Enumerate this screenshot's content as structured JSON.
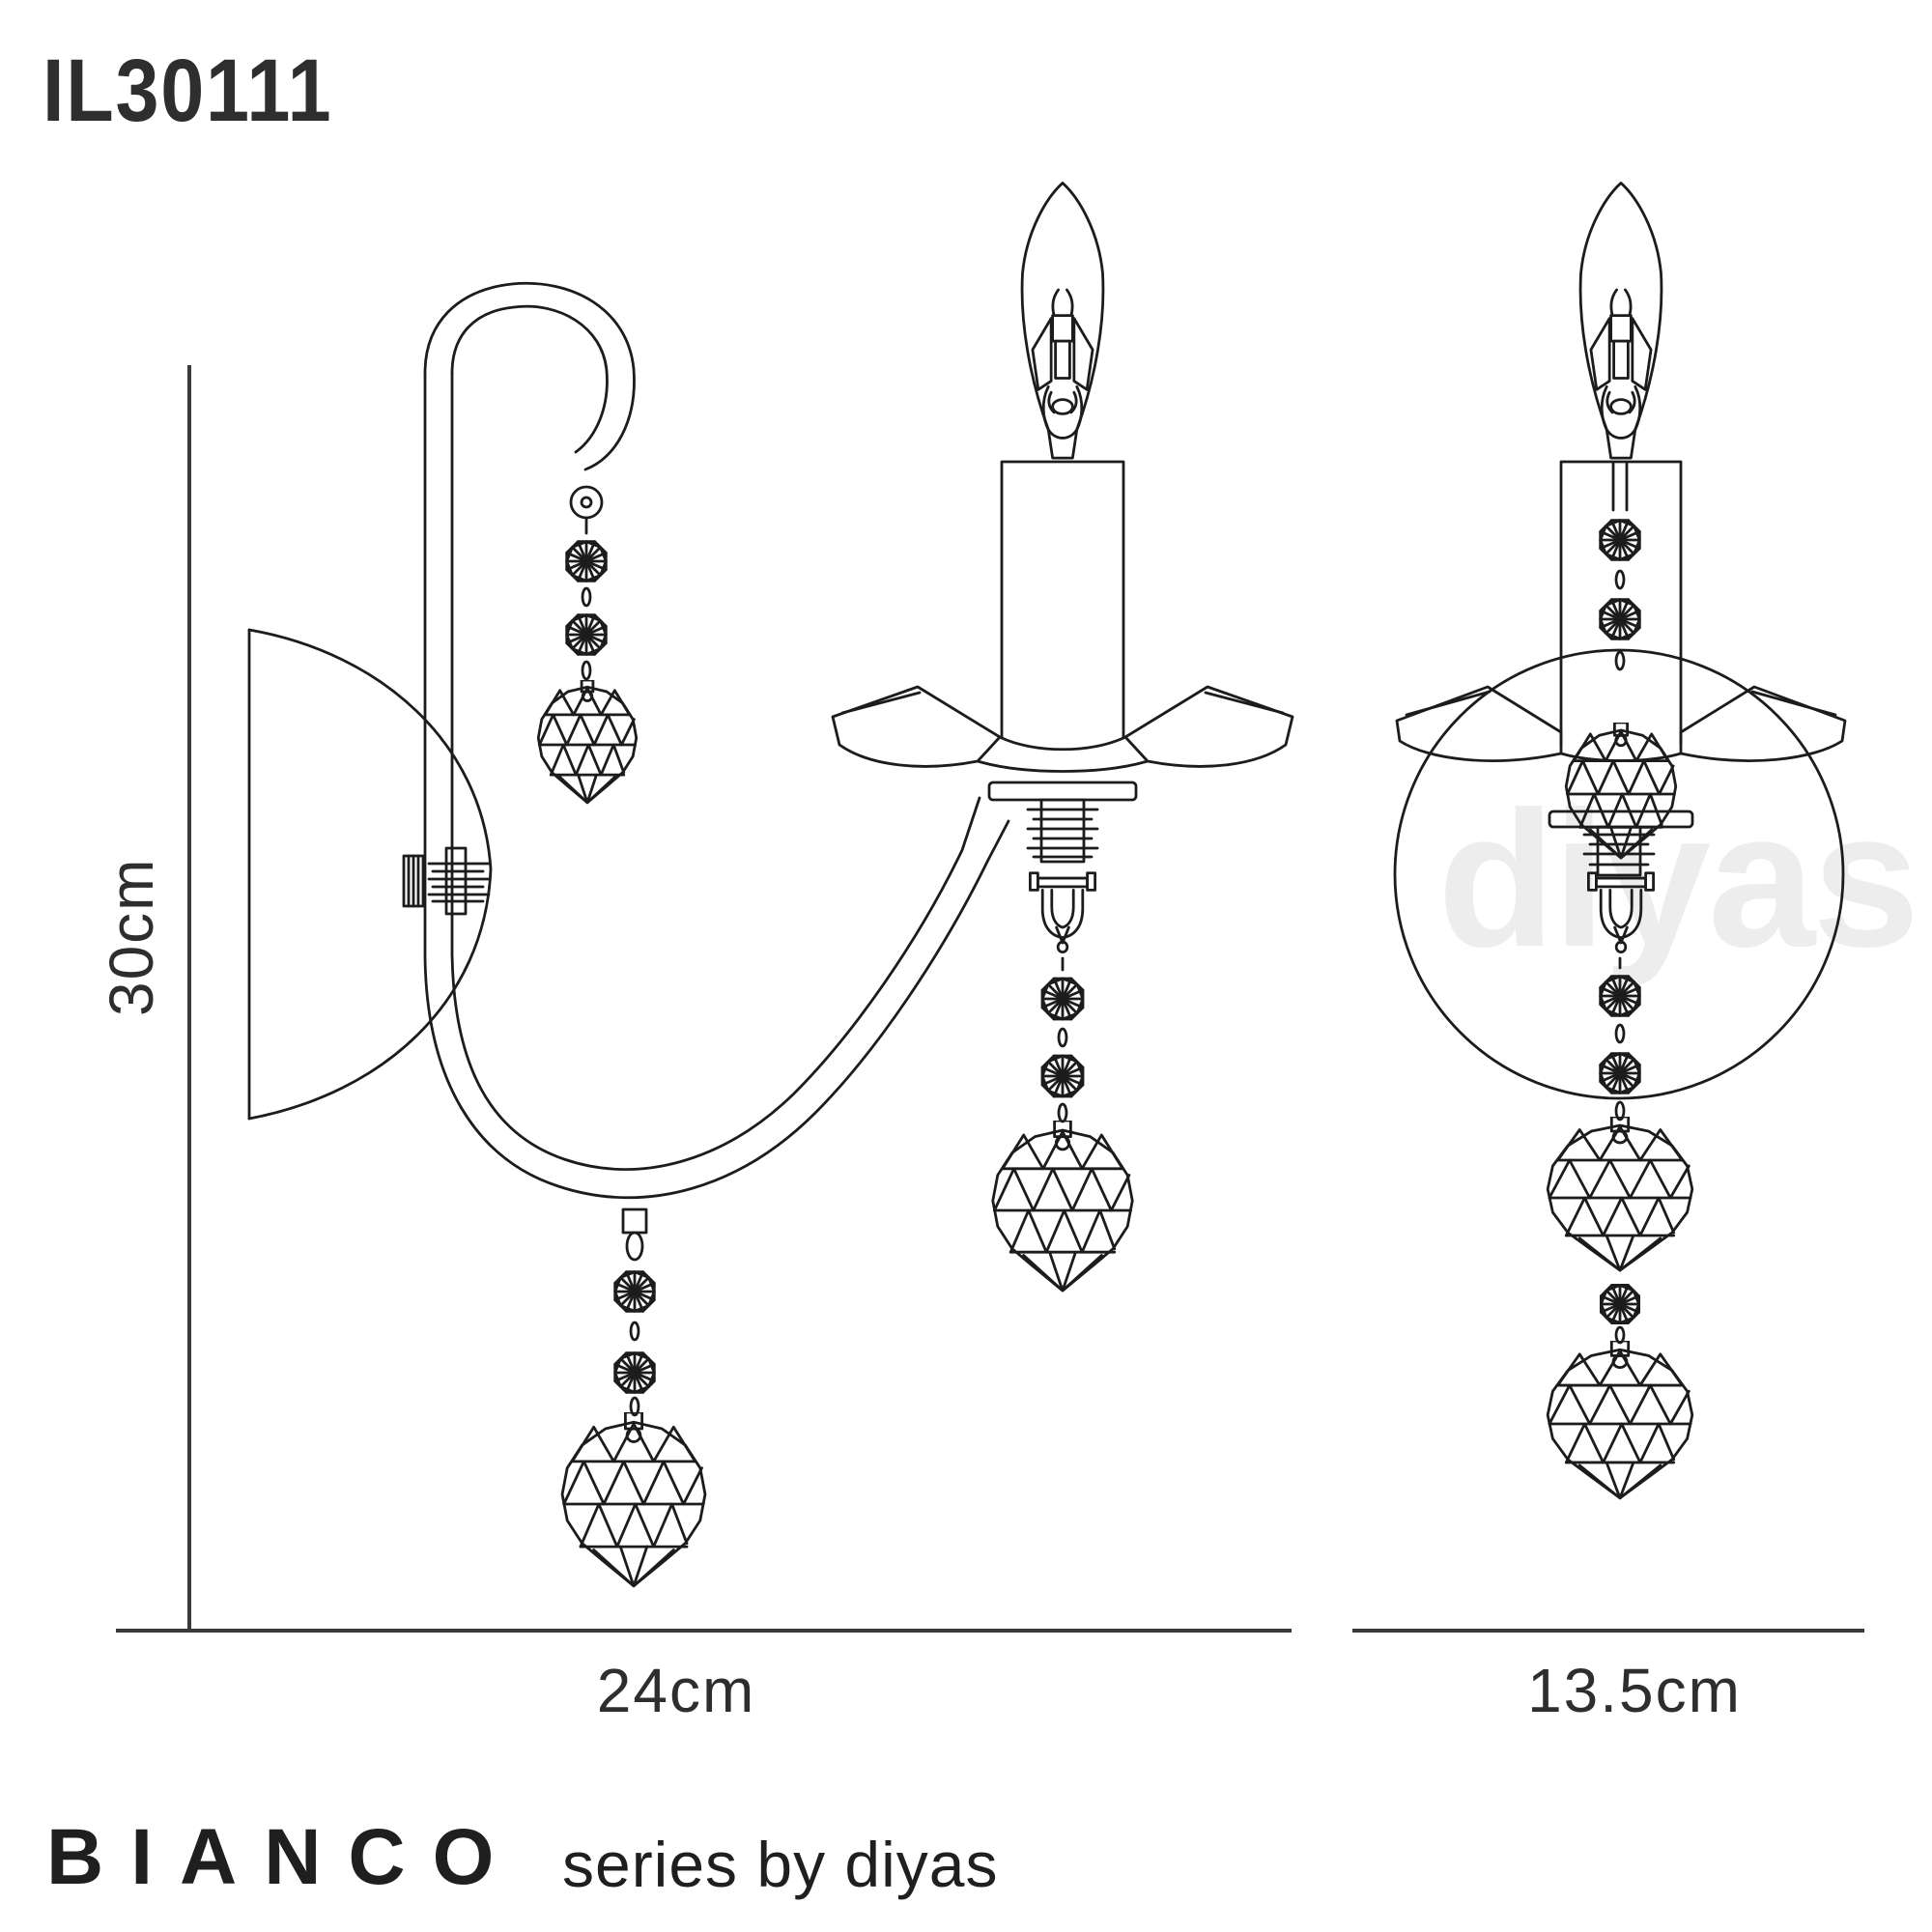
{
  "title": "IL30111",
  "dimensions": {
    "height_label": "30cm",
    "width_label": "24cm",
    "depth_label": "13.5cm"
  },
  "brand": {
    "series_name": "BIANCO",
    "tagline": "series by diyas"
  },
  "watermark_text": "diyas",
  "colors": {
    "background": "#ffffff",
    "line": "#1c1c1c",
    "dimension_line": "#3a3a3a",
    "label_text": "#2e2e2e",
    "watermark": "#ededed"
  }
}
